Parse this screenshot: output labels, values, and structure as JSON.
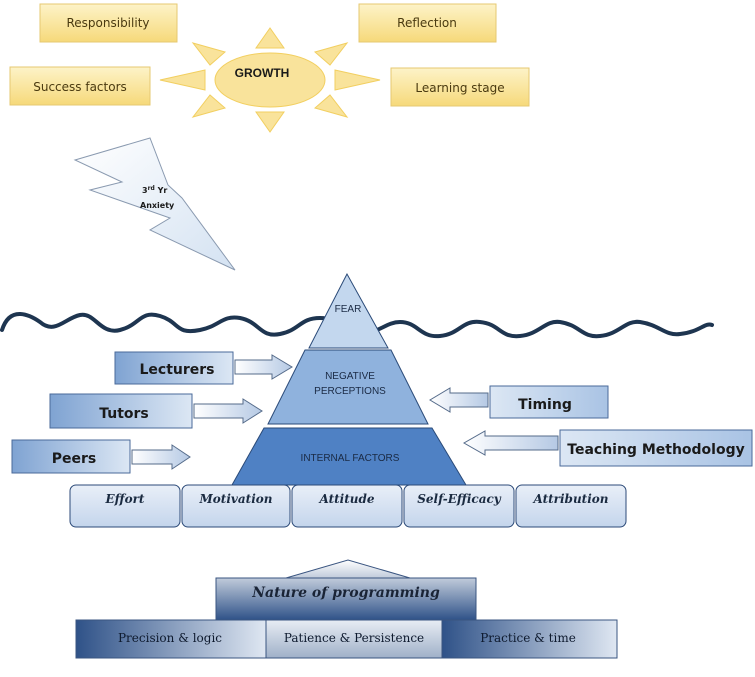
{
  "sun": {
    "label": "GROWTH",
    "factors": [
      "Responsibility",
      "Reflection",
      "Success factors",
      "Learning stage"
    ]
  },
  "lightning": {
    "line1": "3",
    "sup": "rd",
    "line1b": " Yr",
    "line2": "Anxiety"
  },
  "pyramid": {
    "top": "FEAR",
    "middle_1": "NEGATIVE",
    "middle_2": "PERCEPTIONS",
    "bottom": "INTERNAL FACTORS"
  },
  "left_influences": [
    "Lecturers",
    "Tutors",
    "Peers"
  ],
  "right_influences": [
    "Timing",
    "Teaching Methodology"
  ],
  "foundation": [
    "Effort",
    "Motivation",
    "Attitude",
    "Self-Efficacy",
    "Attribution"
  ],
  "nature": {
    "title": "Nature of programming",
    "items": [
      "Precision & logic",
      "Patience & Persistence",
      "Practice & time"
    ]
  },
  "colors": {
    "sun_fill": "#f9e39b",
    "box_fill": "#fbe8a8",
    "pyramid_top": "#c3d7ee",
    "pyramid_mid": "#8fb2dd",
    "pyramid_bottom": "#4f81c4",
    "wave": "#1e3550"
  }
}
